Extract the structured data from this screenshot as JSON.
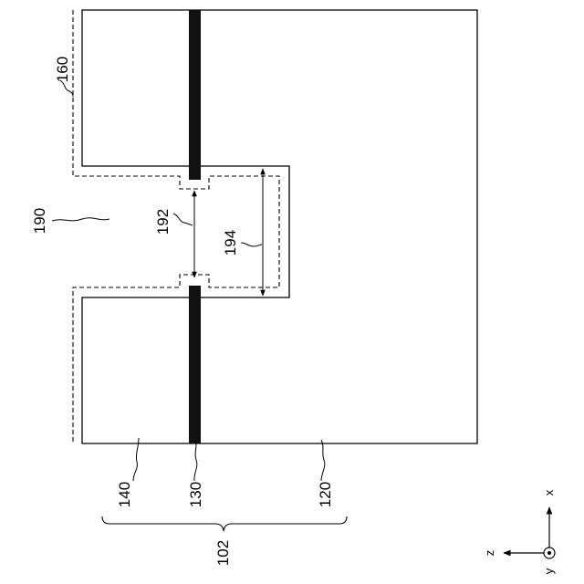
{
  "labels": {
    "layer_top": "160",
    "cavity": "190",
    "inner_width": "192",
    "outer_width": "194",
    "region_left": "140",
    "strip": "130",
    "region_right": "120",
    "group": "102"
  },
  "axes": {
    "x": "x",
    "z": "z",
    "y": "y"
  }
}
